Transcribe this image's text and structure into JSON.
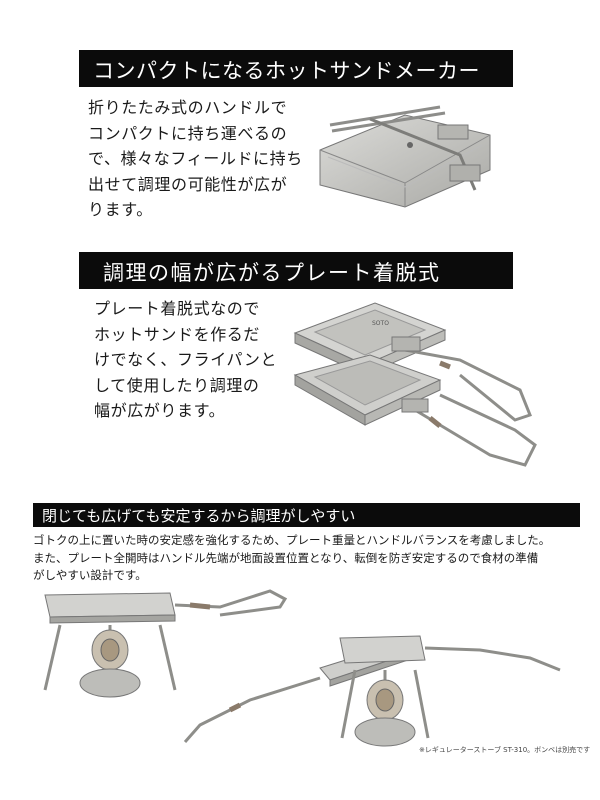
{
  "section1": {
    "heading": "コンパクトになるホットサンドメーカー",
    "lines": [
      "折りたたみ式のハンドルで",
      "コンパクトに持ち運べるの",
      "で、様々なフィールドに持ち",
      "出せて調理の可能性が広が",
      "ります。"
    ]
  },
  "section2": {
    "heading": "調理の幅が広がるプレート着脱式",
    "lines": [
      "プレート着脱式なので",
      "ホットサンドを作るだ",
      "けでなく、フライパンと",
      "して使用したり調理の",
      "幅が広がります。"
    ],
    "plate_brand": "SOTO"
  },
  "section3": {
    "heading": "閉じても広げても安定するから調理がしやすい",
    "lines": [
      "ゴトクの上に置いた時の安定感を強化するため、プレート重量とハンドルバランスを考慮しました。",
      "また、プレート全開時はハンドル先端が地面設置位置となり、転倒を防ぎ安定するので食材の準備",
      "がしやすい設計です。"
    ]
  },
  "caption": "※レギュレーターストーブ ST-310。ボンベは別売です",
  "colors": {
    "band": "#0b0b0b",
    "metal": "#c9c9c6",
    "metal_dark": "#8e8e8a",
    "handle_tip": "#8a7a6a"
  }
}
